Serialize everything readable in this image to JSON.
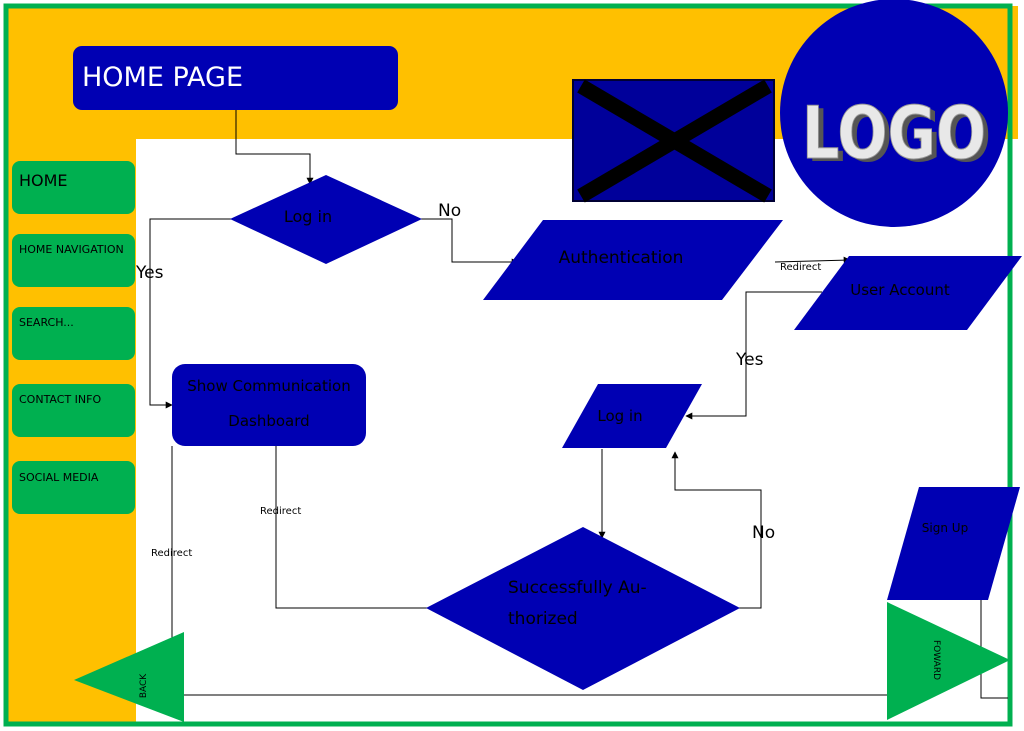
{
  "header": {
    "title": "HOME PAGE",
    "logo_text": "LOGO"
  },
  "sidebar": {
    "items": [
      {
        "label": "HOME"
      },
      {
        "label": "HOME NAVIGATION"
      },
      {
        "label": "SEARCH..."
      },
      {
        "label": "CONTACT INFO"
      },
      {
        "label": "SOCIAL MEDIA"
      }
    ]
  },
  "flow": {
    "login_decision": "Log in",
    "authentication": "Authentication",
    "user_account": "User Account",
    "show_comm_line1": "Show Communication",
    "show_comm_line2": "Dashboard",
    "login_box": "Log in",
    "success_line1": "Successfully Au-",
    "success_line2": "thorized",
    "sign_up": "Sign Up"
  },
  "edge_labels": {
    "no_1": "No",
    "yes_1": "Yes",
    "redirect_1": "Redirect",
    "yes_2": "Yes",
    "redirect_2": "Redirect",
    "redirect_3": "Redirect",
    "no_2": "No"
  },
  "nav": {
    "back": "BACK",
    "forward": "FOWARD"
  },
  "colors": {
    "orange": "#ffc000",
    "green": "#00b050",
    "blue": "#0000b3",
    "dark": "#000000",
    "white": "#ffffff",
    "logo_text": "#e8e8e8"
  }
}
